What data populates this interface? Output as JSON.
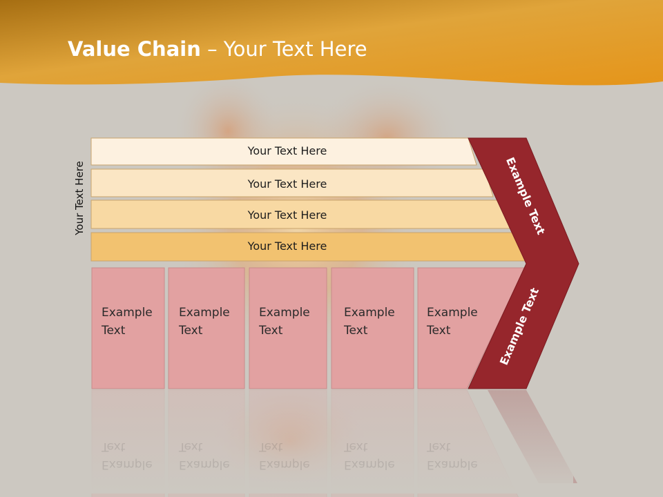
{
  "title": {
    "bold": "Value Chain",
    "rest": " – Your Text Here"
  },
  "side_label": "Your Text Here",
  "rows": [
    {
      "label": "Your Text Here",
      "fill": "#fdf1e0"
    },
    {
      "label": "Your Text Here",
      "fill": "#fbe6c4"
    },
    {
      "label": "Your Text Here",
      "fill": "#f8d9a3"
    },
    {
      "label": "Your Text Here",
      "fill": "#f2c270"
    }
  ],
  "boxes": [
    {
      "line1": "Example",
      "line2": "Text"
    },
    {
      "line1": "Example",
      "line2": "Text"
    },
    {
      "line1": "Example",
      "line2": "Text"
    },
    {
      "line1": "Example",
      "line2": "Text"
    },
    {
      "line1": "Example",
      "line2": "Text"
    }
  ],
  "chevron": {
    "upper_label": "Example Text",
    "lower_label": "Example Text",
    "color": "#96262c"
  },
  "colors": {
    "header": "#e69a1a",
    "box_fill": "#e2a1a1",
    "background": "#ccc8c1"
  }
}
